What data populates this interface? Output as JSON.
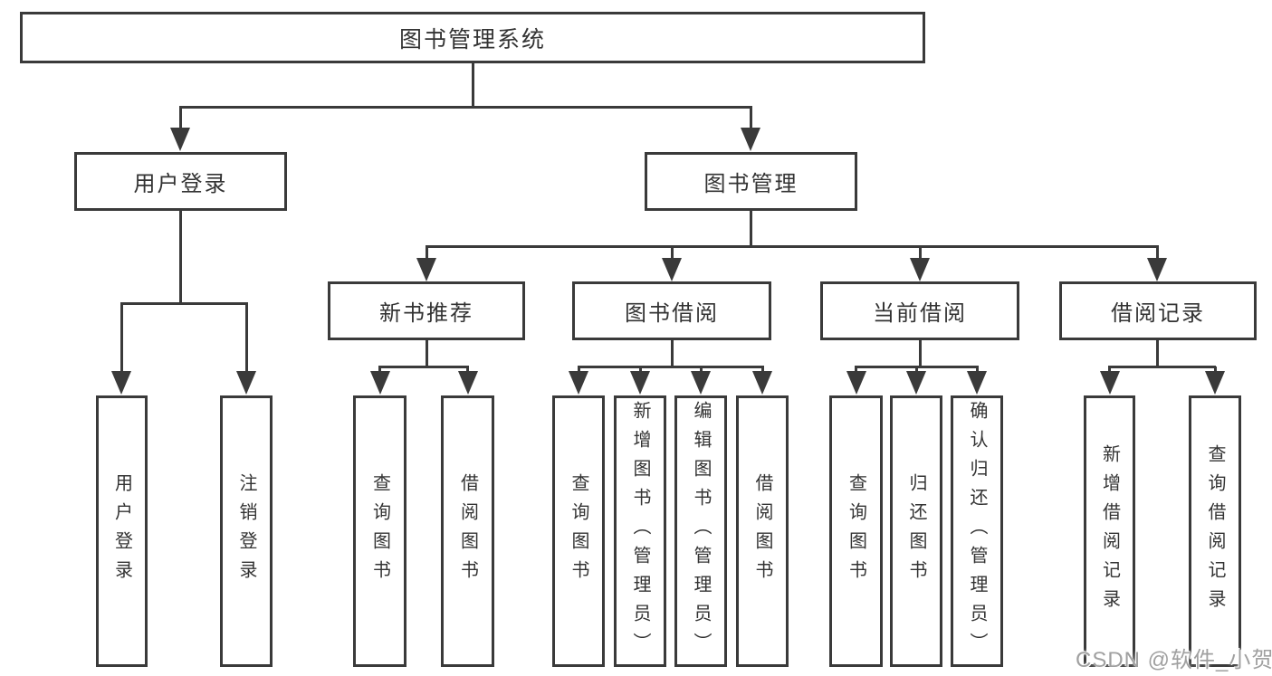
{
  "colors": {
    "line": "#3a3a3a",
    "text": "#333333",
    "watermark_gray": "#a0a0a0"
  },
  "tree": {
    "root": "图书管理系统",
    "user_branch": {
      "label": "用户登录",
      "children": [
        "用户登录",
        "注销登录"
      ]
    },
    "book_branch": {
      "label": "图书管理",
      "sections": [
        {
          "label": "新书推荐",
          "children": [
            "查询图书",
            "借阅图书"
          ]
        },
        {
          "label": "图书借阅",
          "children": [
            "查询图书",
            "新增图书（管理员）",
            "编辑图书（管理员）",
            "借阅图书"
          ]
        },
        {
          "label": "当前借阅",
          "children": [
            "查询图书",
            "归还图书",
            "确认归还（管理员）"
          ]
        },
        {
          "label": "借阅记录",
          "children": [
            "新增借阅记录",
            "查询借阅记录"
          ]
        }
      ]
    }
  },
  "watermark": "CSDN @软件_小贺同学"
}
